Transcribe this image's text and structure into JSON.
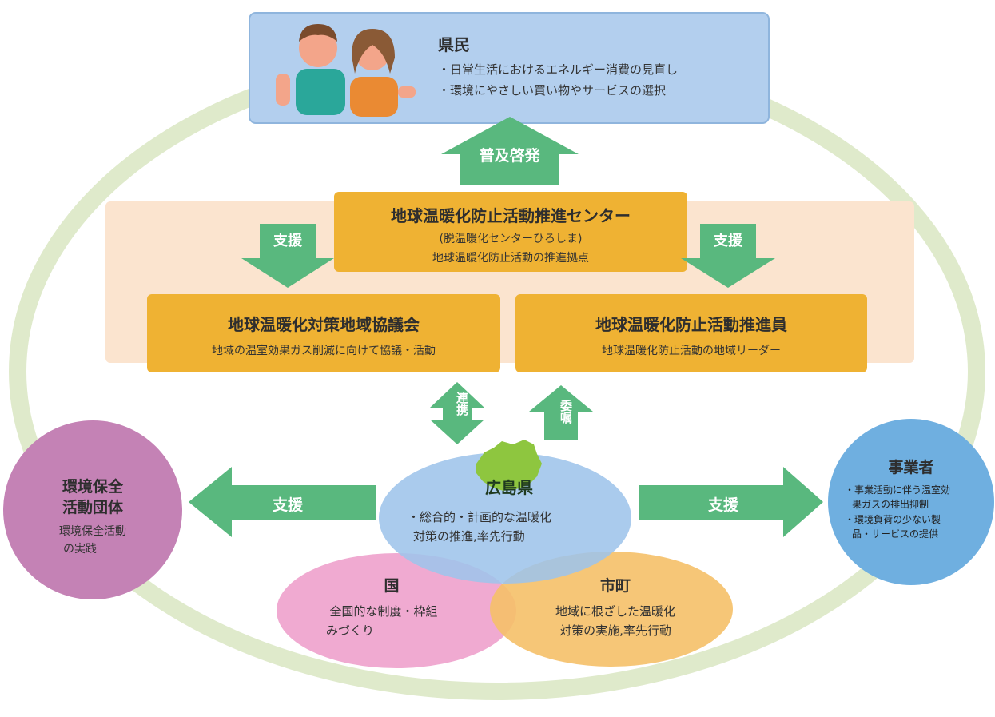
{
  "kenmin": {
    "title": "県民",
    "lines": [
      "・日常生活におけるエネルギー消費の見直し",
      "・環境にやさしい買い物やサービスの選択"
    ]
  },
  "fukyu_label": "普及啓発",
  "center": {
    "title": "地球温暖化防止活動推進センター",
    "subtitle": "(脱温暖化センターひろしま)",
    "desc": "地球温暖化防止活動の推進拠点"
  },
  "shien_label": "支援",
  "council": {
    "title": "地球温暖化対策地域協議会",
    "desc": "地域の温室効果ガス削減に向けて協議・活動"
  },
  "promoter": {
    "title": "地球温暖化防止活動推進員",
    "desc": "地球温暖化防止活動の地域リーダー"
  },
  "renkei_label": "連携",
  "ishoku_label": "委嘱",
  "prefecture": {
    "title": "広島県",
    "lines": [
      "・総合的・計画的な温暖化",
      "対策の推進,率先行動"
    ]
  },
  "kuni": {
    "title": "国",
    "lines": [
      "全国的な制度・枠組",
      "みづくり"
    ]
  },
  "shicho": {
    "title": "市町",
    "lines": [
      "地域に根ざした温暖化",
      "対策の実施,率先行動"
    ]
  },
  "env_group": {
    "title_lines": [
      "環境保全",
      "活動団体"
    ],
    "lines": [
      "環境保全活動",
      "の実践"
    ]
  },
  "business": {
    "title": "事業者",
    "lines": [
      "・事業活動に伴う温室効",
      "果ガスの排出抑制",
      "・環境負荷の少ない製",
      "品・サービスの提供"
    ]
  },
  "colors": {
    "ring": "#dfeacb",
    "kenmin_box": "#b3cfee",
    "peach_band": "#fbe4cf",
    "orange_box": "#efb233",
    "green_arrow": "#59b87e",
    "purple_circle": "#c482b5",
    "blue_circle": "#6fafe0",
    "pref_ellipse": "#9ec4ea",
    "pink_ellipse": "#efa5cf",
    "orange_ellipse": "#f5c068",
    "hiroshima_map": "#8ec63f"
  }
}
